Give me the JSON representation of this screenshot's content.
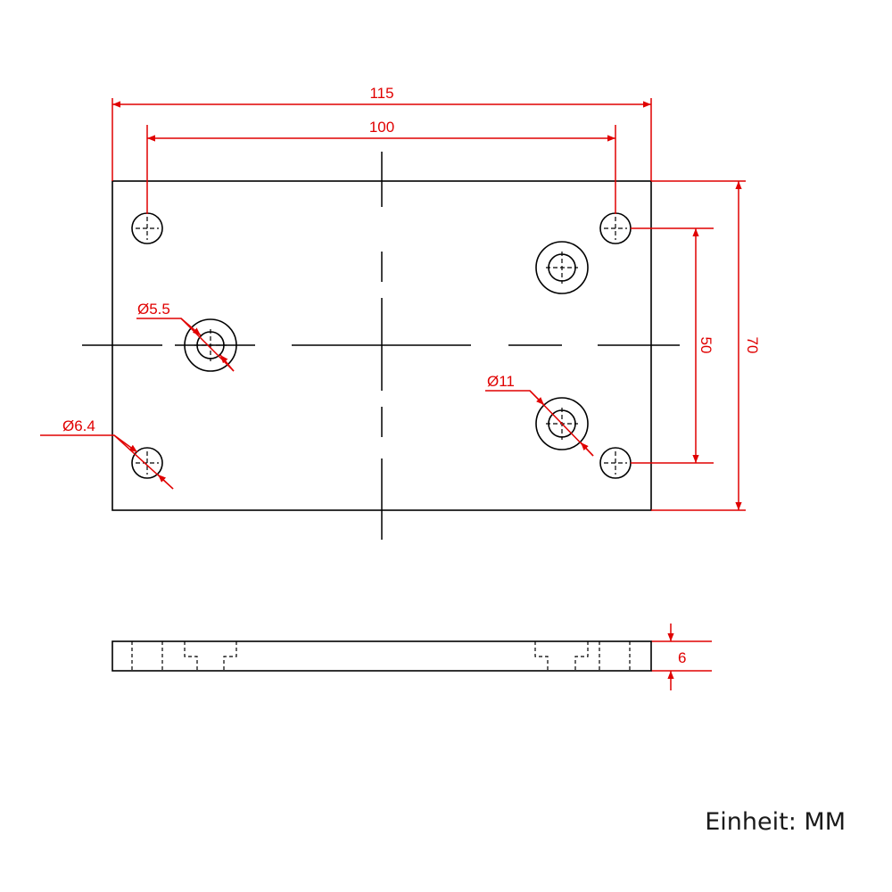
{
  "colors": {
    "outline": "#000000",
    "dimension": "#e00000"
  },
  "dimensions": {
    "overall_length": "115",
    "hole_spacing_x": "100",
    "hole_spacing_y": "50",
    "overall_width": "70",
    "thickness": "6",
    "dia_counterbore_inner": "Ø5.5",
    "dia_counterbore_outer": "Ø11",
    "dia_through_hole": "Ø6.4"
  },
  "unit_text": "Einheit: MM"
}
